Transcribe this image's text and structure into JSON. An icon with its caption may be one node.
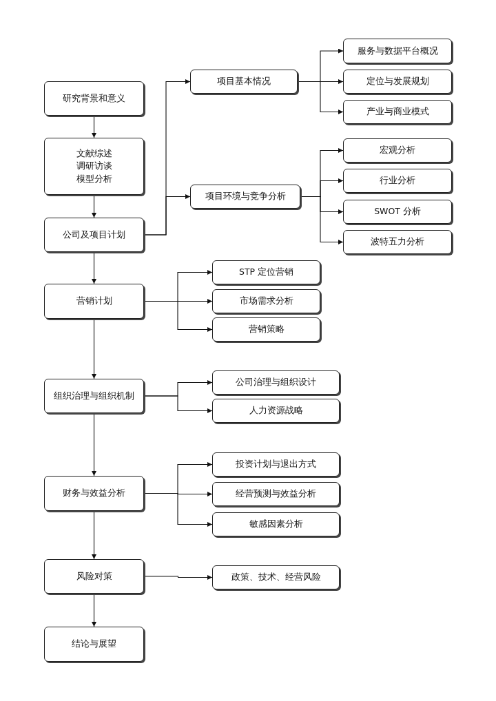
{
  "diagram": {
    "nodes": [
      {
        "text": [
          "研究背景和意义"
        ]
      },
      {
        "text": [
          "文献综述",
          "调研访谈",
          "模型分析"
        ]
      },
      {
        "text": [
          "公司及项目计划"
        ]
      },
      {
        "text": [
          "营销计划"
        ]
      },
      {
        "text": [
          "组织治理与组织机制"
        ]
      },
      {
        "text": [
          "财务与效益分析"
        ]
      },
      {
        "text": [
          "风险对策"
        ]
      },
      {
        "text": [
          "结论与展望"
        ]
      },
      {
        "text": [
          "项目基本情况"
        ]
      },
      {
        "text": [
          "项目环境与竞争分析"
        ]
      },
      {
        "text": [
          "服务与数据平台概况"
        ]
      },
      {
        "text": [
          "定位与发展规划"
        ]
      },
      {
        "text": [
          "产业与商业模式"
        ]
      },
      {
        "text": [
          "宏观分析"
        ]
      },
      {
        "text": [
          "行业分析"
        ]
      },
      {
        "text": [
          "SWOT 分析"
        ]
      },
      {
        "text": [
          "波特五力分析"
        ]
      },
      {
        "text": [
          "STP 定位营销"
        ]
      },
      {
        "text": [
          "市场需求分析"
        ]
      },
      {
        "text": [
          "营销策略"
        ]
      },
      {
        "text": [
          "公司治理与组织设计"
        ]
      },
      {
        "text": [
          "人力资源战略"
        ]
      },
      {
        "text": [
          "投资计划与退出方式"
        ]
      },
      {
        "text": [
          "经营预测与效益分析"
        ]
      },
      {
        "text": [
          "敏感因素分析"
        ]
      },
      {
        "text": [
          "政策、技术、经营风险"
        ]
      }
    ],
    "edges": [
      {
        "from": 0,
        "to": 1,
        "arrow": "to"
      },
      {
        "from": 1,
        "to": 2,
        "arrow": "to"
      },
      {
        "from": 2,
        "to": 3,
        "arrow": "to"
      },
      {
        "from": 3,
        "to": 4,
        "arrow": "to"
      },
      {
        "from": 4,
        "to": 5,
        "arrow": "to"
      },
      {
        "from": 5,
        "to": 6,
        "arrow": "to"
      },
      {
        "from": 6,
        "to": 7,
        "arrow": "to"
      },
      {
        "from": 2,
        "to": 8,
        "arrow": "to"
      },
      {
        "from": 2,
        "to": 9,
        "arrow": "to"
      },
      {
        "from": 8,
        "to": 10,
        "arrow": "to"
      },
      {
        "from": 8,
        "to": 11,
        "arrow": "to"
      },
      {
        "from": 8,
        "to": 12,
        "arrow": "to"
      },
      {
        "from": 9,
        "to": 13,
        "arrow": "to"
      },
      {
        "from": 9,
        "to": 14,
        "arrow": "to"
      },
      {
        "from": 9,
        "to": 15,
        "arrow": "to"
      },
      {
        "from": 9,
        "to": 16,
        "arrow": "to"
      },
      {
        "from": 3,
        "to": 17,
        "arrow": "to"
      },
      {
        "from": 3,
        "to": 18,
        "arrow": "to"
      },
      {
        "from": 3,
        "to": 19,
        "arrow": "to"
      },
      {
        "from": 4,
        "to": 20,
        "arrow": "to"
      },
      {
        "from": 4,
        "to": 21,
        "arrow": "to"
      },
      {
        "from": 5,
        "to": 22,
        "arrow": "to"
      },
      {
        "from": 5,
        "to": 23,
        "arrow": "to"
      },
      {
        "from": 5,
        "to": 24,
        "arrow": "to"
      },
      {
        "from": 6,
        "to": 25,
        "arrow": "to"
      }
    ]
  }
}
